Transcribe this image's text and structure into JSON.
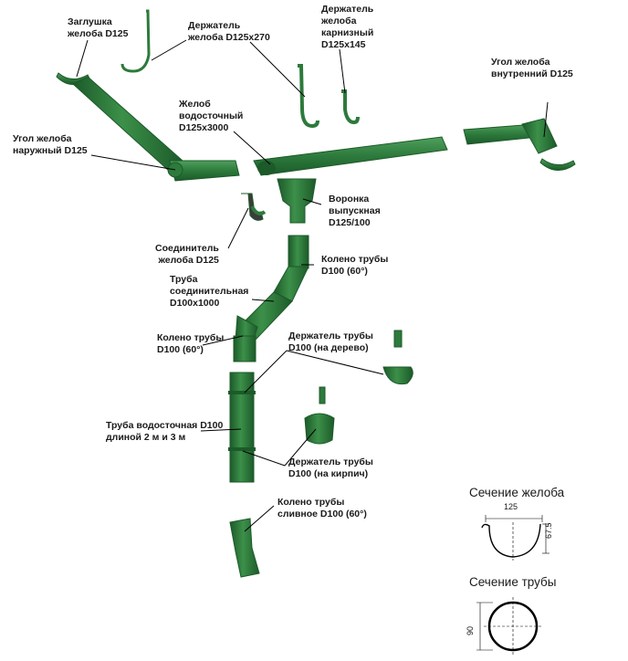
{
  "labels": {
    "end_cap": "Заглушка\nжелоба D125",
    "bracket_long": "Держатель\nжелоба D125x270",
    "bracket_fascia": "Держатель\nжелоба\nкарнизный\nD125x145",
    "inner_corner": "Угол желоба\nвнутренний D125",
    "gutter": "Желоб\nводосточный\nD125x3000",
    "outer_corner": "Угол желоба\nнаружный D125",
    "funnel": "Воронка\nвыпускная\nD125/100",
    "connector": "Соединитель\nжелоба D125",
    "elbow_top": "Колено трубы\nD100 (60°)",
    "connecting_pipe": "Труба\nсоединительная\nD100x1000",
    "elbow_mid": "Колено трубы\nD100 (60°)",
    "holder_wood": "Держатель трубы\nD100 (на дерево)",
    "downpipe": "Труба водосточная D100\nдлиной 2 м и 3 м",
    "holder_brick": "Держатель трубы\nD100 (на кирпич)",
    "drain_elbow": "Колено трубы\nсливное D100 (60°)"
  },
  "sections": {
    "gutter_title": "Сечение желоба",
    "gutter_width": "125",
    "gutter_depth": "67.5",
    "pipe_title": "Сечение трубы",
    "pipe_diameter": "90"
  },
  "colors": {
    "green": "#2d7a3c",
    "green_dark": "#1c5a2a",
    "green_light": "#4fa05c"
  }
}
